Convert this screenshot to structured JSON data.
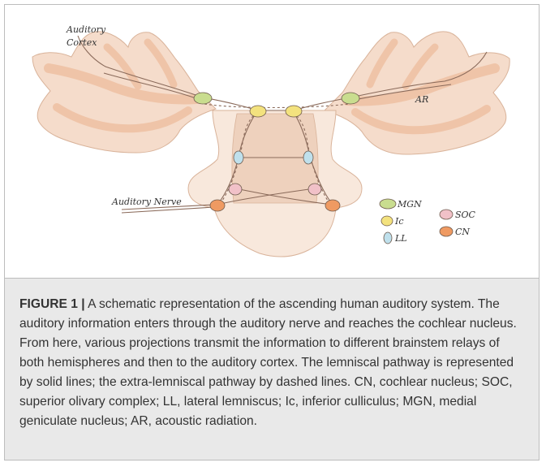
{
  "illustration": {
    "labels": {
      "auditory_cortex_line1": "Auditory",
      "auditory_cortex_line2": "Cortex",
      "acoustic_radiation": "AR",
      "auditory_nerve": "Auditory Nerve"
    },
    "legend": [
      {
        "key": "mgn",
        "label": "MGN",
        "color": "#c9dd8f"
      },
      {
        "key": "ic",
        "label": "Ic",
        "color": "#f3e27e"
      },
      {
        "key": "ll",
        "label": "LL",
        "color": "#bfe0ec"
      },
      {
        "key": "soc",
        "label": "SOC",
        "color": "#f1c1c8"
      },
      {
        "key": "cn",
        "label": "CN",
        "color": "#ef9a62"
      }
    ],
    "colors": {
      "cortex_outer": "#f5dccb",
      "cortex_inner": "#efc4a8",
      "brainstem": "#f8e8dc",
      "brainstem_core": "#eed1bd",
      "pathway": "#8a6a5a"
    }
  },
  "caption": {
    "label": "FIGURE 1 |",
    "text": " A schematic representation of the ascending human auditory system. The auditory information enters through the auditory nerve and reaches the cochlear nucleus. From here, various projections transmit the information to different brainstem relays of both hemispheres and then to the auditory cortex. The lemniscal pathway is represented by solid lines; the extra-lemniscal pathway by dashed lines. CN, cochlear nucleus; SOC, superior olivary complex; LL, lateral lemniscus; Ic, inferior culliculus; MGN, medial geniculate nucleus; AR, acoustic radiation."
  }
}
